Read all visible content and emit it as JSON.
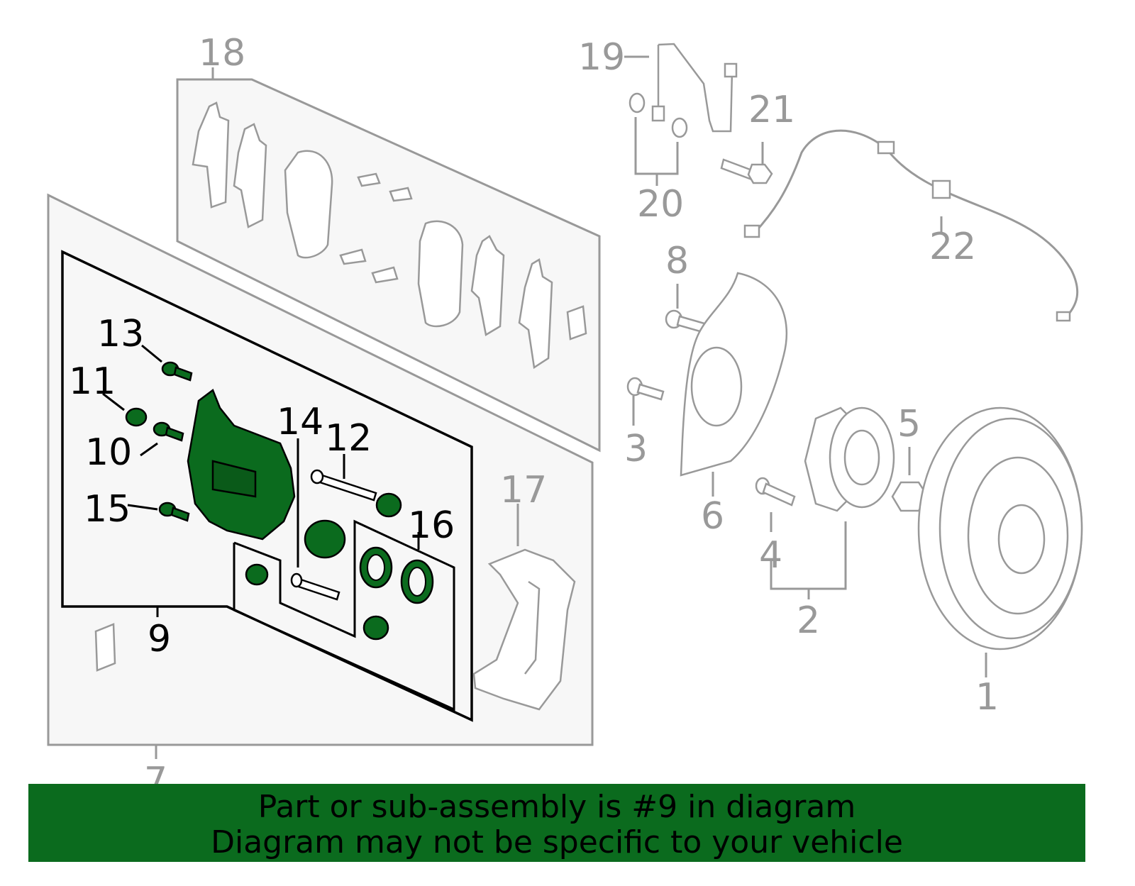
{
  "callouts": {
    "c1": "1",
    "c2": "2",
    "c3": "3",
    "c4": "4",
    "c5": "5",
    "c6": "6",
    "c7": "7",
    "c8": "8",
    "c9": "9",
    "c10": "10",
    "c11": "11",
    "c12": "12",
    "c13": "13",
    "c14": "14",
    "c15": "15",
    "c16": "16",
    "c17": "17",
    "c18": "18",
    "c19": "19",
    "c20": "20",
    "c21": "21",
    "c22": "22"
  },
  "banner": {
    "line1": "Part or sub-assembly is #9 in diagram",
    "line2": "Diagram may not be specific to your vehicle"
  },
  "colors": {
    "highlight": "#0b6b1e",
    "parts": "#999999",
    "selected_outline": "#000000"
  }
}
